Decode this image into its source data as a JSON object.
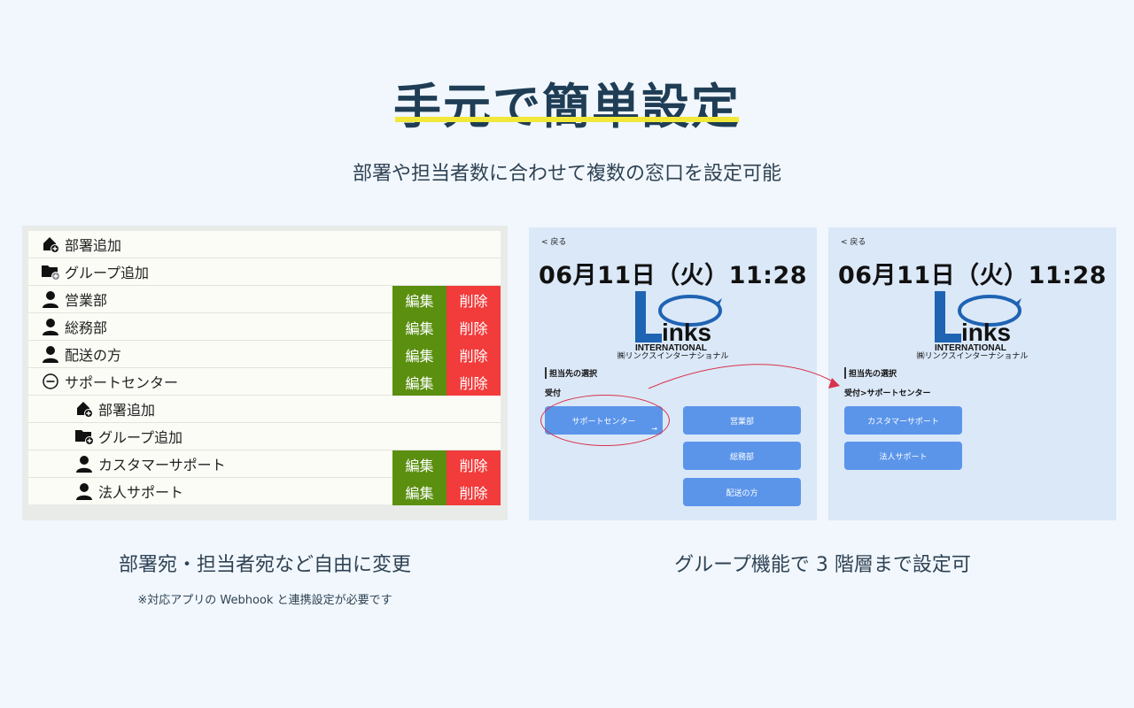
{
  "header": {
    "title": "手元で簡単設定",
    "subtitle": "部署や担当者数に合わせて複数の窓口を設定可能"
  },
  "left_panel": {
    "rows": [
      {
        "label": "部署追加",
        "icon": "house-add-icon",
        "level": 1,
        "buttons": false
      },
      {
        "label": "グループ追加",
        "icon": "folder-add-icon",
        "level": 1,
        "buttons": false
      },
      {
        "label": "営業部",
        "icon": "person-icon",
        "level": 1,
        "buttons": true
      },
      {
        "label": "総務部",
        "icon": "person-icon",
        "level": 1,
        "buttons": true
      },
      {
        "label": "配送の方",
        "icon": "person-icon",
        "level": 1,
        "buttons": true
      },
      {
        "label": "サポートセンター",
        "icon": "collapse-circle-icon",
        "level": 1,
        "buttons": true
      },
      {
        "label": "部署追加",
        "icon": "house-add-icon",
        "level": 2,
        "buttons": false
      },
      {
        "label": "グループ追加",
        "icon": "folder-add-icon",
        "level": 2,
        "buttons": false
      },
      {
        "label": "カスタマーサポート",
        "icon": "person-icon",
        "level": 2,
        "buttons": true
      },
      {
        "label": "法人サポート",
        "icon": "person-icon",
        "level": 2,
        "buttons": true
      }
    ],
    "edit_label": "編集",
    "delete_label": "削除",
    "colors": {
      "edit": "#5a8f10",
      "delete": "#f23b3b"
    }
  },
  "captions": {
    "left": "部署宛・担当者宛など自由に変更",
    "left_note": "※対応アプリの Webhook と連携設定が必要です",
    "right": "グループ機能で 3 階層まで設定可"
  },
  "screens": [
    {
      "back": "< 戻る",
      "clock": "06月11日（火）11:28",
      "logo_text": "inks",
      "logo_intl": "INTERNATIONAL",
      "logo_sub": "㈱リンクスインターナショナル",
      "select_label": "担当先の選択",
      "breadcrumb": "受付",
      "buttons": [
        {
          "label": "サポートセンター",
          "arrow": "→"
        },
        {
          "label": "営業部"
        },
        {
          "label": "総務部"
        },
        {
          "label": "配送の方"
        }
      ]
    },
    {
      "back": "< 戻る",
      "clock": "06月11日（火）11:28",
      "logo_text": "inks",
      "logo_intl": "INTERNATIONAL",
      "logo_sub": "㈱リンクスインターナショナル",
      "select_label": "担当先の選択",
      "breadcrumb": "受付>サポートセンター",
      "buttons": [
        {
          "label": "カスタマーサポート"
        },
        {
          "label": "法人サポート"
        }
      ]
    }
  ]
}
